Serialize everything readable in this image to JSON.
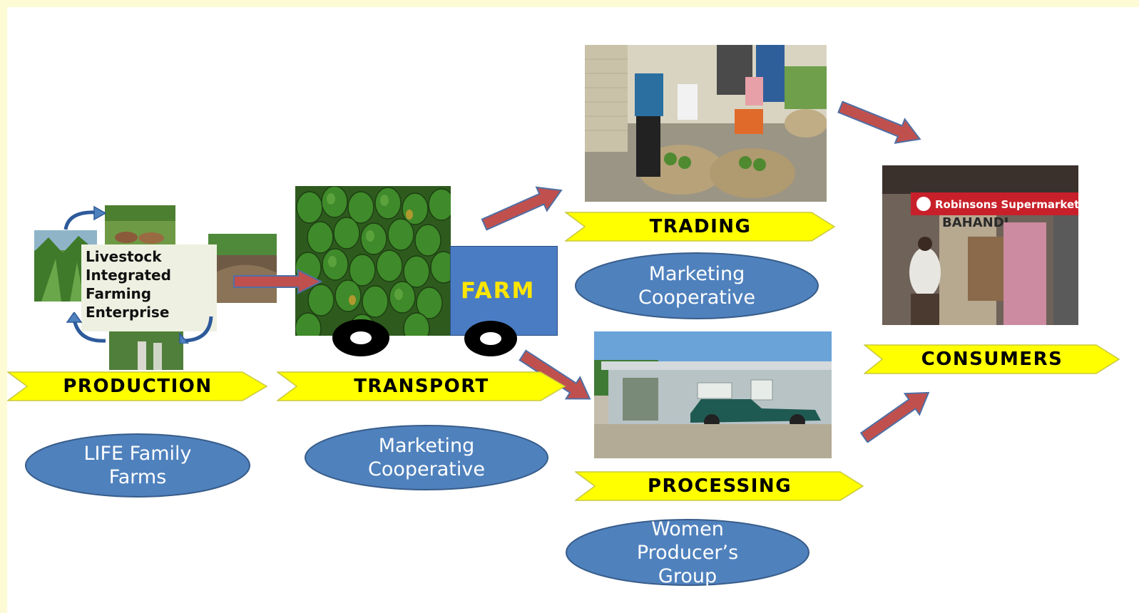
{
  "stages": {
    "production": "PRODUCTION",
    "transport": "TRANSPORT",
    "trading": "TRADING",
    "processing": "PROCESSING",
    "consumers": "CONSUMERS"
  },
  "actors": {
    "production": "LIFE Family\nFarms",
    "transport": "Marketing\nCooperative",
    "trading": "Marketing\nCooperative",
    "processing": "Women\nProducer’s\nGroup"
  },
  "production_label": "Livestock\nIntegrated\nFarming\nEnterprise",
  "truck_label": "FARM",
  "store_sign": "Robinsons Supermarket",
  "store_banner": "BAHANDI",
  "colors": {
    "chevron": "#ffff00",
    "ellipse": "#4f81bd",
    "ellipse_border": "#385d8a",
    "arrow": "#c0504d",
    "arrow_border": "#4f6fa5",
    "truck": "#4a7cc4",
    "background": "#fdfbd5"
  }
}
